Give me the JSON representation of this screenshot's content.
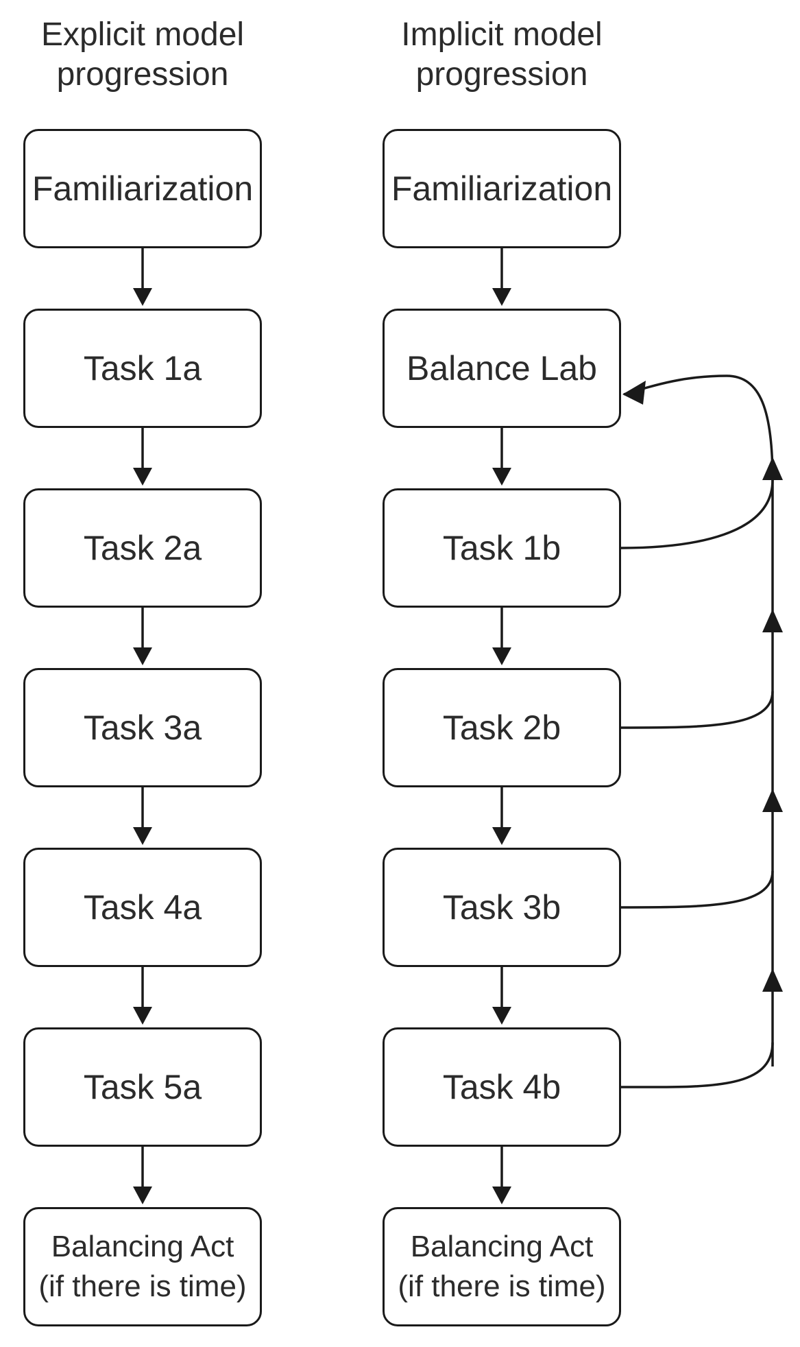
{
  "explicit": {
    "title_line1": "Explicit model",
    "title_line2": "progression",
    "steps": [
      "Familiarization",
      "Task 1a",
      "Task 2a",
      "Task 3a",
      "Task 4a",
      "Task 5a"
    ],
    "final_line1": "Balancing Act",
    "final_line2": "(if there is time)"
  },
  "implicit": {
    "title_line1": "Implicit model",
    "title_line2": "progression",
    "steps": [
      "Familiarization",
      "Balance Lab",
      "Task 1b",
      "Task 2b",
      "Task 3b",
      "Task 4b"
    ],
    "final_line1": "Balancing Act",
    "final_line2": "(if there is time)"
  },
  "colors": {
    "stroke": "#1a1a1a",
    "text": "#2b2b2b",
    "background": "#ffffff"
  }
}
